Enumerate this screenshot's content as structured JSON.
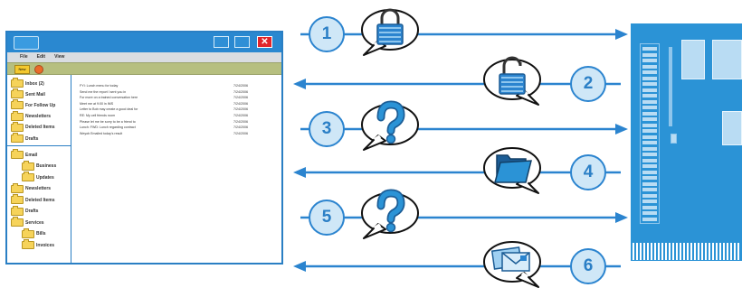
{
  "colors": {
    "accent": "#2b84cf",
    "window_blue": "#2a88d0",
    "server_blue": "#2b93d6",
    "close_red": "#e1242a",
    "folder_yellow": "#f6d35a"
  },
  "window": {
    "menu": [
      "File",
      "Edit",
      "View"
    ],
    "toolbar": {
      "new_label": "New",
      "delete_icon": "delete-icon"
    },
    "folders_top": [
      "Inbox (2)",
      "Sent Mail",
      "For Follow Up",
      "Newsletters",
      "Deleted Items",
      "Drafts"
    ],
    "folders_bottom": [
      {
        "label": "Email"
      },
      {
        "label": "Business",
        "indent": true
      },
      {
        "label": "Updates",
        "indent": true
      },
      {
        "label": "Newsletters"
      },
      {
        "label": "Deleted Items"
      },
      {
        "label": "Drafts"
      },
      {
        "label": "Services"
      },
      {
        "label": "Bills",
        "indent": true
      },
      {
        "label": "Invoices",
        "indent": true
      }
    ],
    "messages": [
      {
        "subject": "FYI: Lunch menu for today",
        "date": "7/24/2006"
      },
      {
        "subject": "Send me the report I sent you in",
        "date": "7/24/2006"
      },
      {
        "subject": "For more on a trained conversation here",
        "date": "7/24/2006"
      },
      {
        "subject": "Meet me at 9:00 in IMS",
        "date": "7/24/2006"
      },
      {
        "subject": "Letter to Bob may create a good deal for",
        "date": "7/24/2006"
      },
      {
        "subject": "RE: My cell friends room",
        "date": "7/24/2006"
      },
      {
        "subject": "Please let me be sorry to be a friend to",
        "date": "7/24/2006"
      },
      {
        "subject": "Lunch: FWD: Lunch regarding contract",
        "date": "7/24/2006"
      },
      {
        "subject": "Weyob Emailed today's result",
        "date": "7/24/2006"
      }
    ]
  },
  "flows": [
    {
      "number": "1",
      "direction": "to-server",
      "icon": "closed-lock-icon"
    },
    {
      "number": "2",
      "direction": "to-client",
      "icon": "open-lock-icon"
    },
    {
      "number": "3",
      "direction": "to-server",
      "icon": "question-mark-icon"
    },
    {
      "number": "4",
      "direction": "to-client",
      "icon": "open-folder-icon"
    },
    {
      "number": "5",
      "direction": "to-server",
      "icon": "question-mark-icon"
    },
    {
      "number": "6",
      "direction": "to-client",
      "icon": "email-envelope-icon"
    }
  ]
}
